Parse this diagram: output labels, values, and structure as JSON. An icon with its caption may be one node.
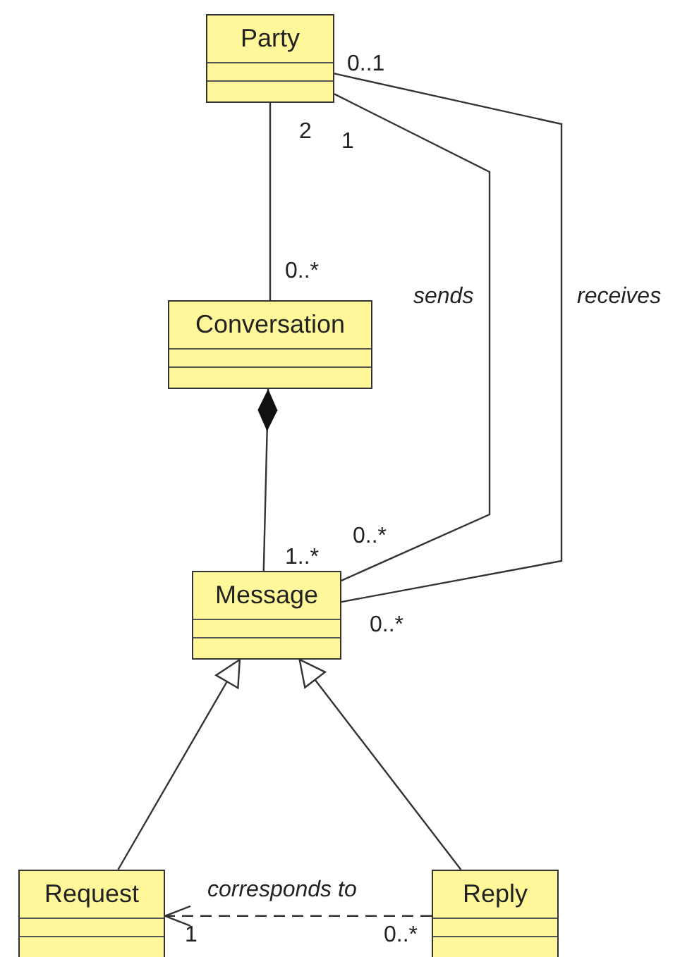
{
  "diagram": {
    "nodes": [
      {
        "text": [
          "Party"
        ]
      },
      {
        "text": [
          "Conversation"
        ]
      },
      {
        "text": [
          "Message"
        ]
      },
      {
        "text": [
          "Request"
        ]
      },
      {
        "text": [
          "Reply"
        ]
      }
    ],
    "edges": [
      {
        "from": 0,
        "to": 1,
        "arrow": "none"
      },
      {
        "from": 1,
        "to": 2,
        "arrow": "other"
      },
      {
        "from": 0,
        "to": 2,
        "arrow": "none",
        "label": "sends"
      },
      {
        "from": 0,
        "to": 2,
        "arrow": "none",
        "label": "receives"
      },
      {
        "from": 3,
        "to": 2,
        "arrow": "to"
      },
      {
        "from": 4,
        "to": 2,
        "arrow": "to"
      },
      {
        "from": 4,
        "to": 3,
        "arrow": "to",
        "label": "corresponds to",
        "style": "dashed"
      }
    ],
    "labels": [
      "0..1",
      "2",
      "1",
      "0..*",
      "0..*",
      "1..*",
      "0..*",
      "1",
      "0..*"
    ]
  }
}
